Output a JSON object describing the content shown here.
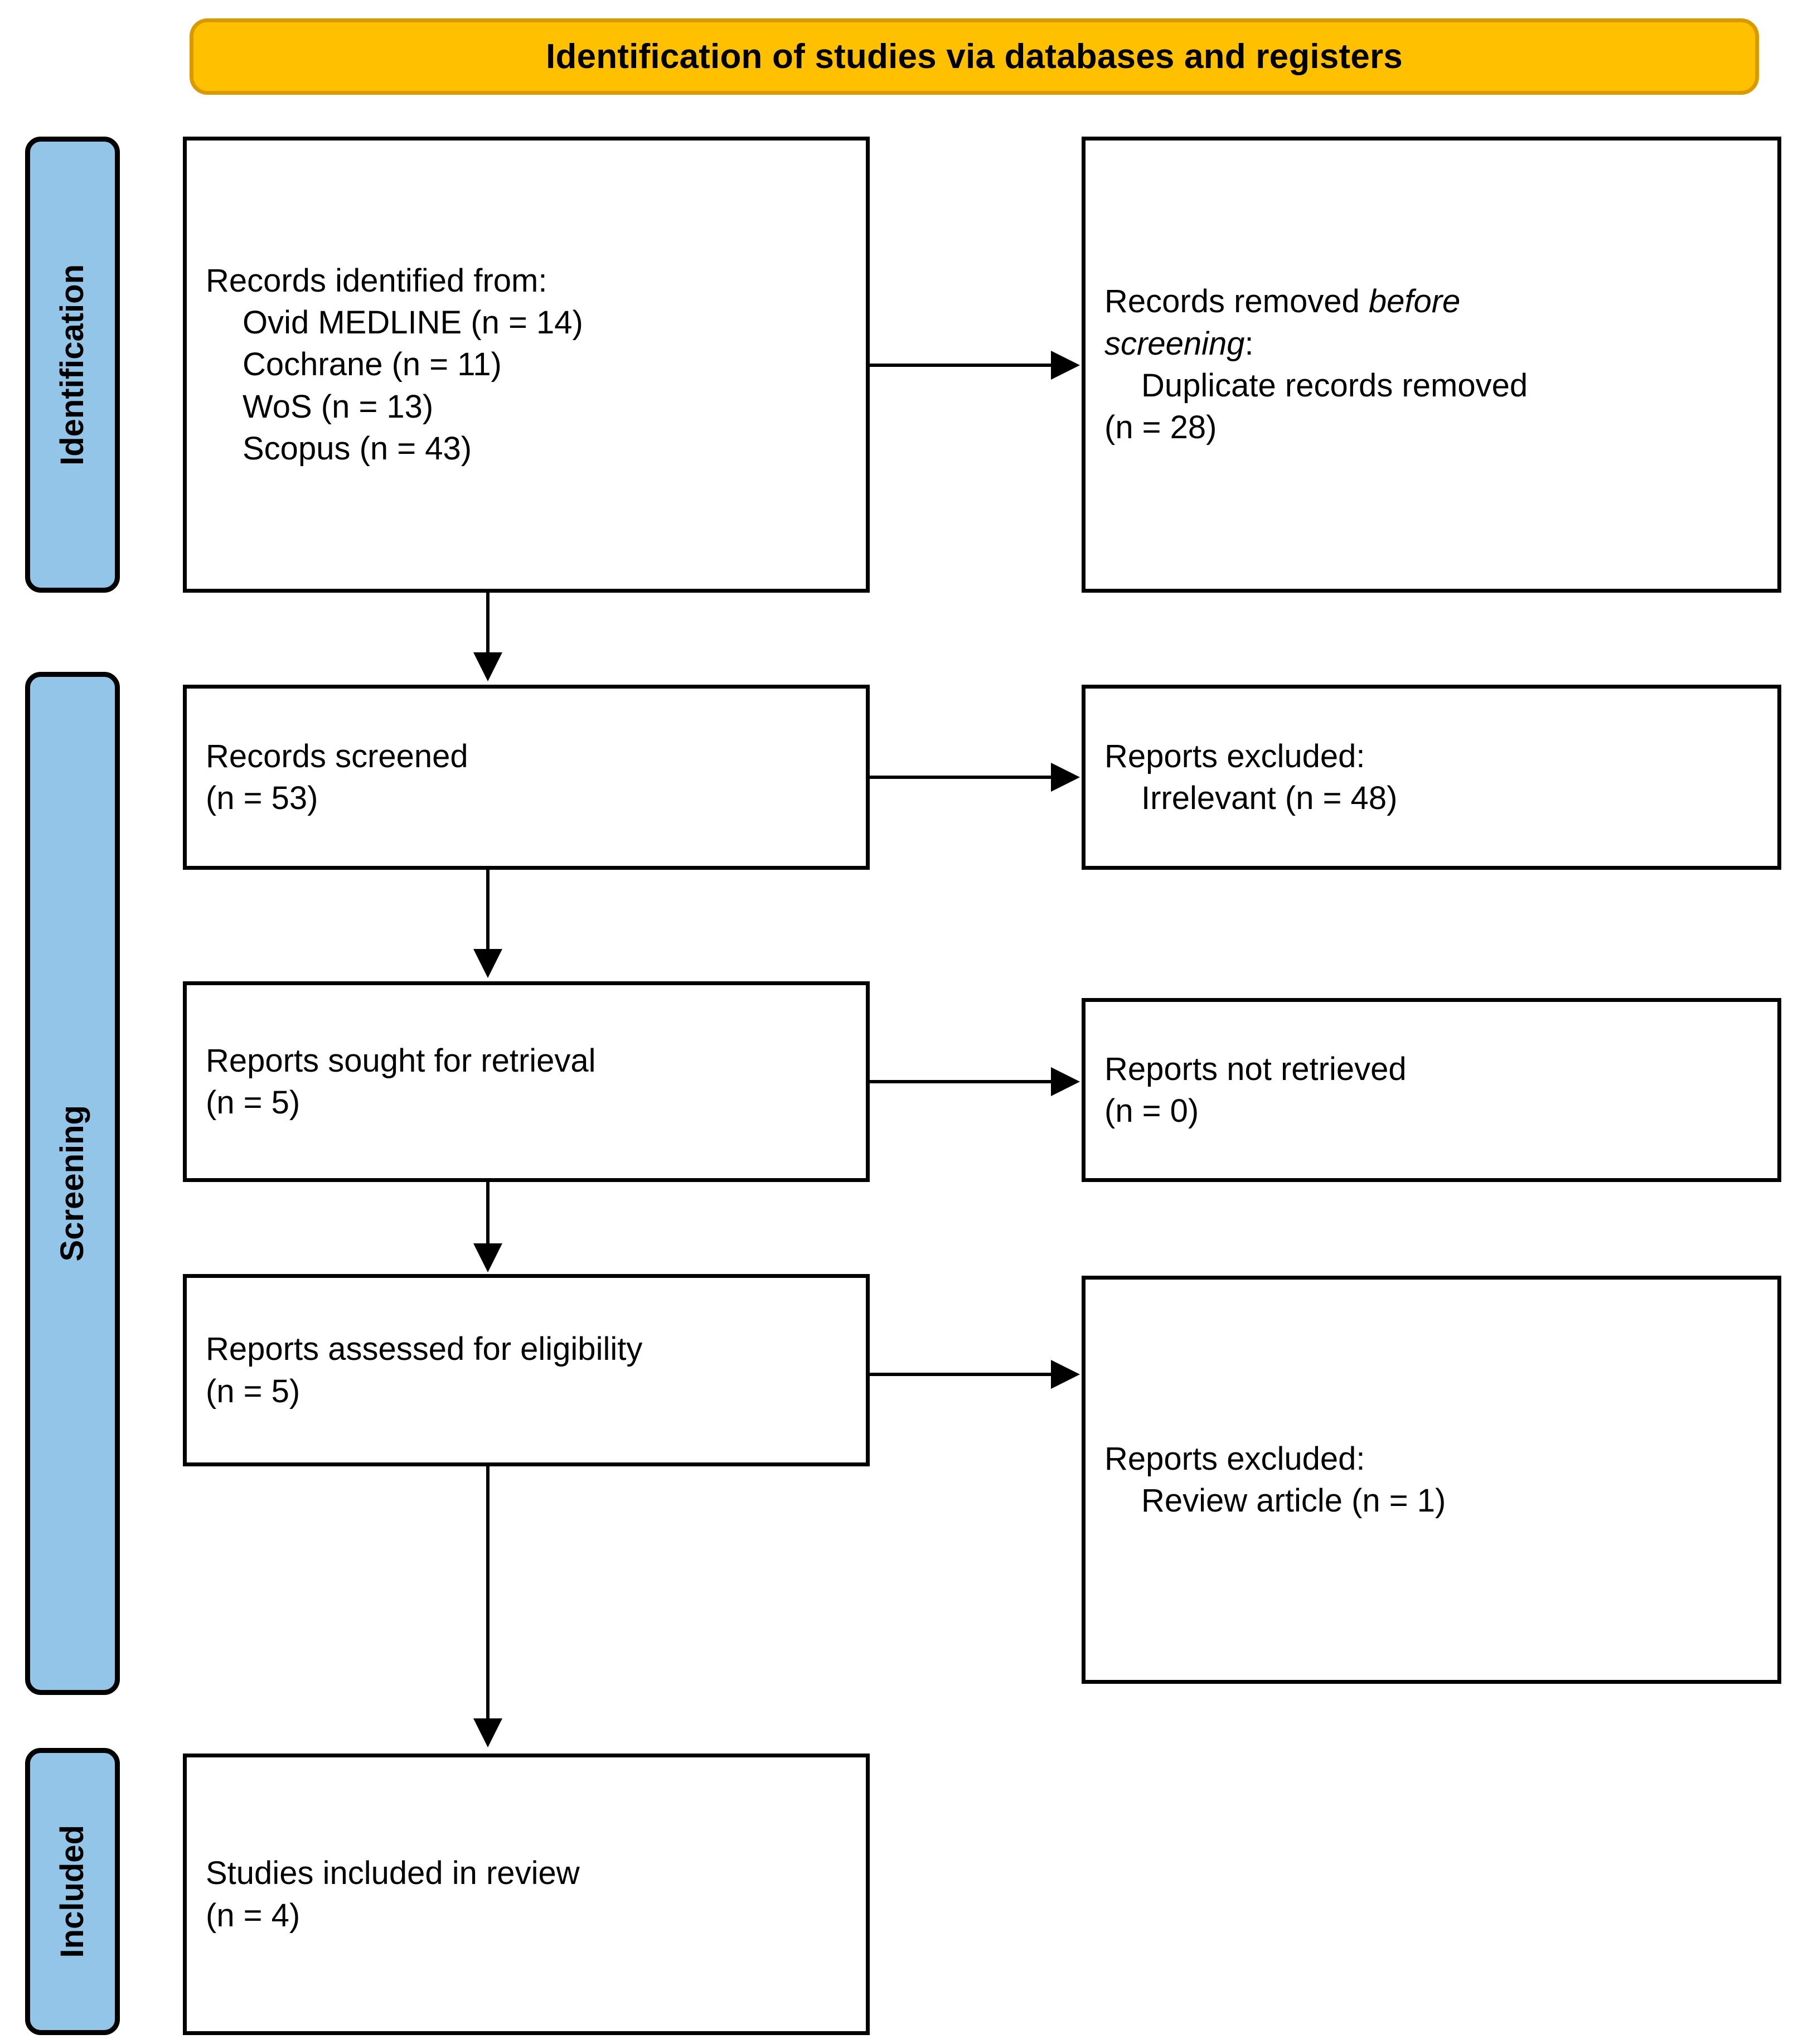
{
  "banner": {
    "title": "Identification of studies via databases and registers",
    "fill": "#FFC000",
    "border": "#D99A00"
  },
  "stages": [
    {
      "id": "identification",
      "label": "Identification",
      "fill": "#92C5E8"
    },
    {
      "id": "screening",
      "label": "Screening",
      "fill": "#92C5E8"
    },
    {
      "id": "included",
      "label": "Included",
      "fill": "#92C5E8"
    }
  ],
  "boxes": {
    "identified": {
      "heading": "Records identified from:",
      "items": [
        "Ovid MEDLINE (n = 14)",
        "Cochrane (n = 11)",
        "WoS (n = 13)",
        "Scopus (n = 43)"
      ]
    },
    "removed": {
      "line1_plain": "Records removed ",
      "line1_italic": "before",
      "line2_italic": "screening",
      "line2_plain": ":",
      "item1": "Duplicate records removed",
      "item2": "(n = 28)"
    },
    "screened": {
      "line1": "Records screened",
      "line2": "(n = 53)"
    },
    "excluded_1": {
      "line1": "Reports excluded:",
      "item1": "Irrelevant (n = 48)"
    },
    "sought": {
      "line1": "Reports sought for retrieval",
      "line2": "(n = 5)"
    },
    "not_retrieved": {
      "line1": "Reports not retrieved",
      "line2": "(n = 0)"
    },
    "assessed": {
      "line1": "Reports assessed for eligibility",
      "line2": "(n = 5)"
    },
    "excluded_2": {
      "line1": "Reports excluded:",
      "item1": "Review article (n = 1)"
    },
    "included": {
      "line1": "Studies included in review",
      "line2": "(n = 4)"
    }
  }
}
